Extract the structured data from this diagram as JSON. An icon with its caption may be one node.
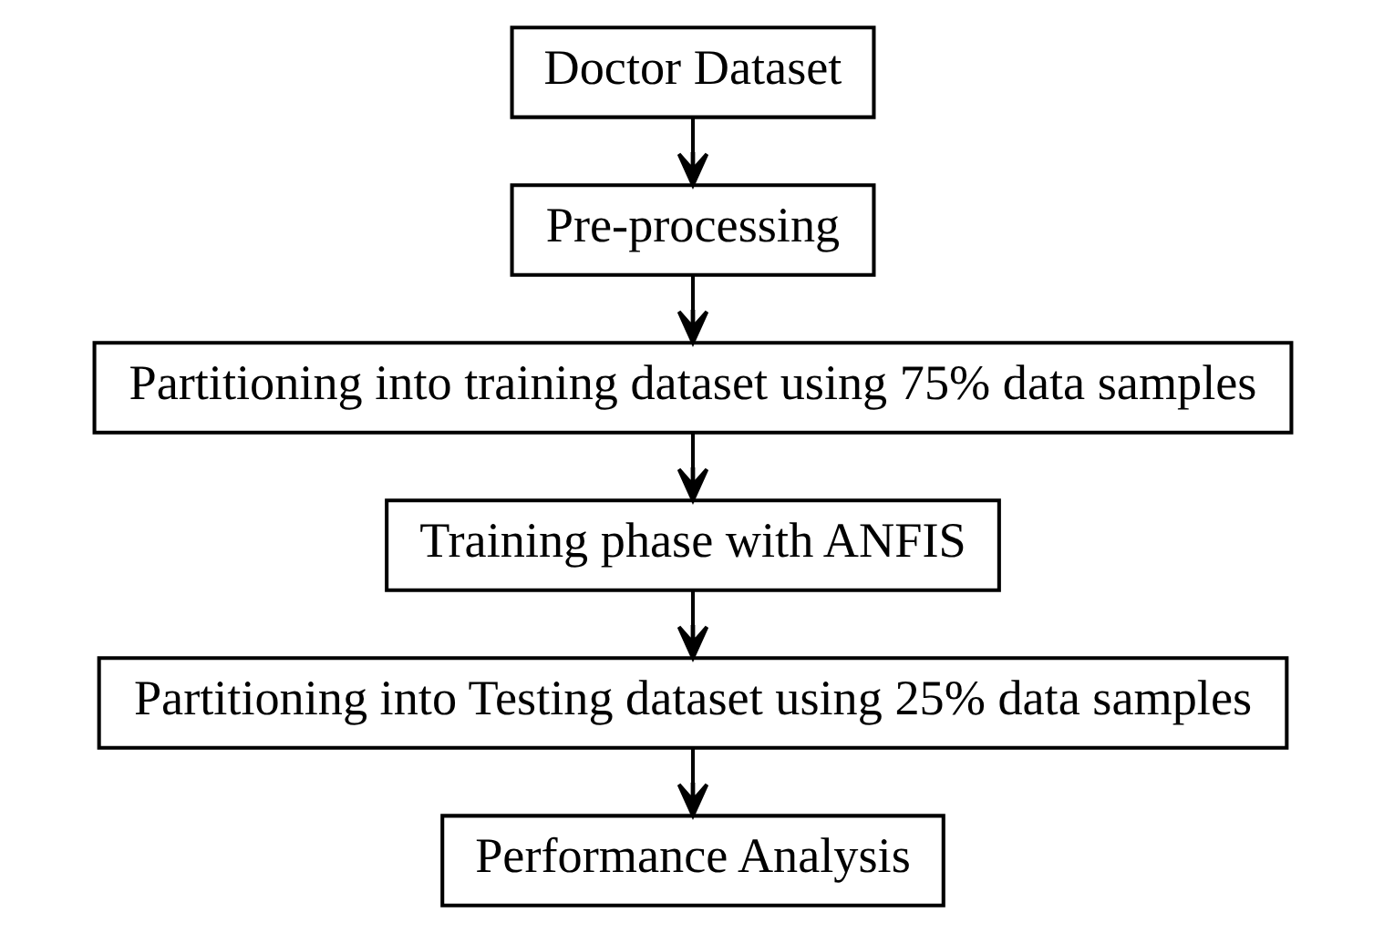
{
  "diagram": {
    "nodes": [
      {
        "text": [
          "Doctor Dataset"
        ]
      },
      {
        "text": [
          "Pre-processing"
        ]
      },
      {
        "text": [
          "Partitioning into training dataset using 75% data samples"
        ]
      },
      {
        "text": [
          "Training phase with ANFIS"
        ]
      },
      {
        "text": [
          "Partitioning into Testing dataset using 25% data samples"
        ]
      },
      {
        "text": [
          "Performance Analysis"
        ]
      }
    ],
    "edges": [
      {
        "from": 0,
        "to": 1,
        "arrow": "to"
      },
      {
        "from": 1,
        "to": 2,
        "arrow": "to"
      },
      {
        "from": 2,
        "to": 3,
        "arrow": "to"
      },
      {
        "from": 3,
        "to": 4,
        "arrow": "to"
      },
      {
        "from": 4,
        "to": 5,
        "arrow": "to"
      }
    ]
  }
}
